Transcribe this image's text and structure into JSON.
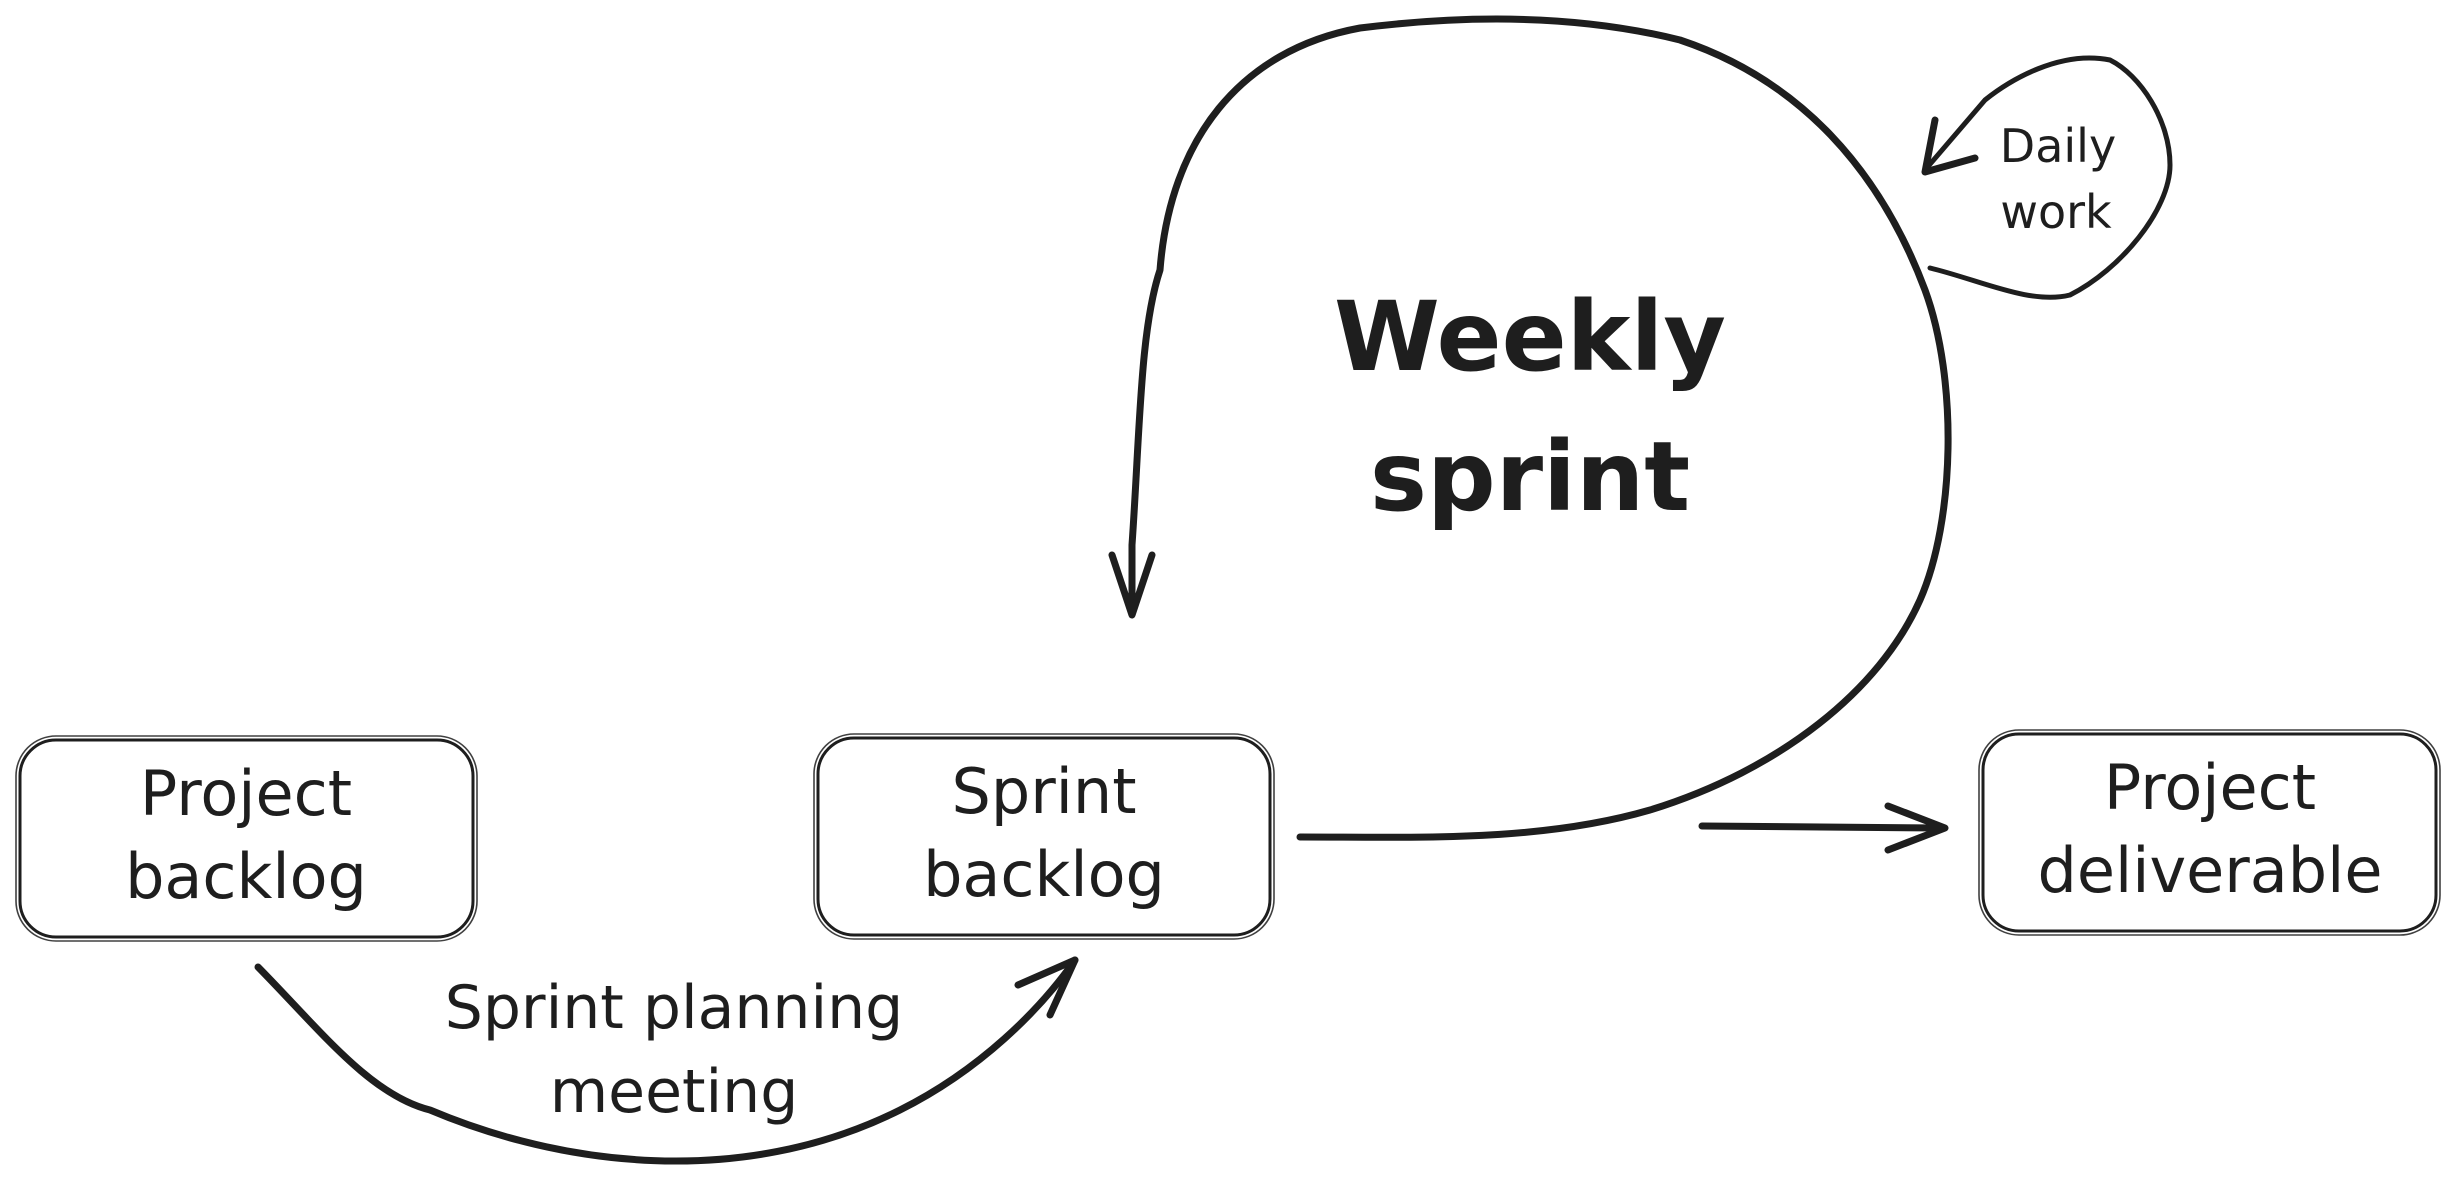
{
  "colors": {
    "stroke": "#1e1e1e",
    "background": "#ffffff"
  },
  "nodes": {
    "project_backlog": {
      "line1": "Project",
      "line2": "backlog"
    },
    "sprint_backlog": {
      "line1": "Sprint",
      "line2": "backlog"
    },
    "project_deliverable": {
      "line1": "Project",
      "line2": "deliverable"
    }
  },
  "edges": {
    "planning": {
      "line1": "Sprint planning",
      "line2": "meeting"
    },
    "weekly": {
      "line1": "Weekly",
      "line2": "sprint"
    },
    "daily": {
      "line1": "Daily",
      "line2": "work"
    }
  }
}
